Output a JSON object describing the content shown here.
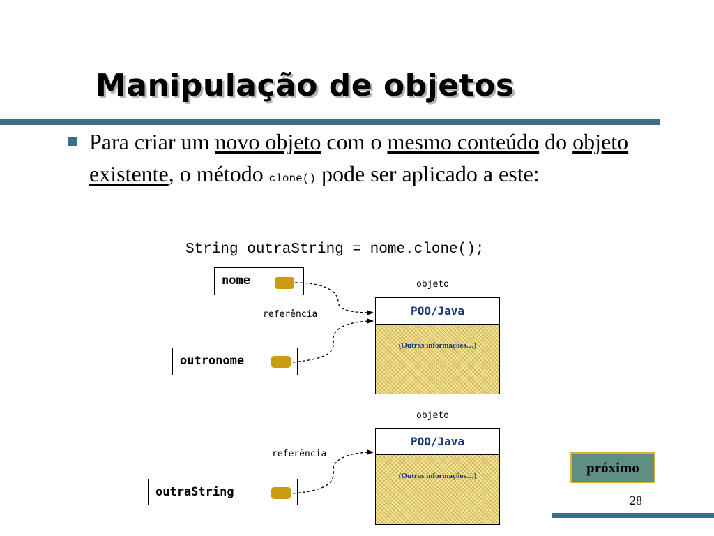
{
  "slide": {
    "title": "Manipulação de objetos",
    "page_number": "28",
    "next_button": "próximo"
  },
  "bullet": {
    "part1": "Para criar um ",
    "link1": "novo objeto",
    "part2": " com o ",
    "link2": "mesmo conteúdo",
    "part3": " do ",
    "link3": "objeto existente",
    "part4": ", o método ",
    "code": "clone()",
    "part5": " pode ser aplicado a este:"
  },
  "diagram": {
    "code_line": "String outraString = nome.clone();",
    "top": {
      "object_label": "objeto",
      "reference_label": "referência",
      "object_title": "POO/Java",
      "object_info": "(Outras informações…)",
      "vars": [
        "nome",
        "outronome"
      ]
    },
    "bottom": {
      "object_label": "objeto",
      "reference_label": "referência",
      "object_title": "POO/Java",
      "object_info": "(Outras informações…)",
      "vars": [
        "outraString"
      ]
    },
    "colors": {
      "accent_bar": "#3a6e8c",
      "reference_swatch": "#c99c12",
      "object_fill": "#f4e59a",
      "object_title": "#13347a",
      "next_button": "#5e8f82"
    }
  }
}
